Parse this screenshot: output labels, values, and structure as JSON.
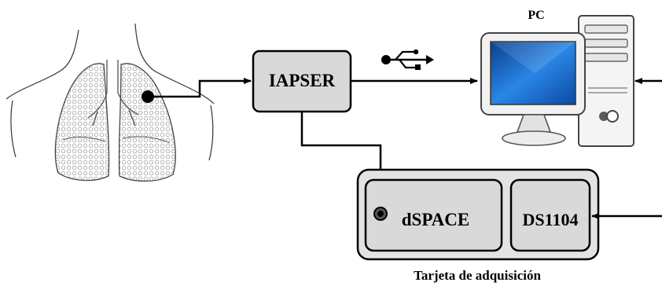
{
  "blocks": {
    "iapser": "IAPSER",
    "dspace": "dSPACE",
    "ds1104": "DS1104",
    "pc": "PC",
    "acquisition_card": "Tarjeta de adquisición"
  },
  "icons": {
    "usb": "usb-icon",
    "lungs": "lungs-illustration",
    "computer": "desktop-computer-illustration"
  },
  "colors": {
    "block_fill": "#d9d9d9",
    "outer_fill": "#e3e3e3",
    "stroke": "#000000",
    "screen": "#1c6fd1"
  }
}
